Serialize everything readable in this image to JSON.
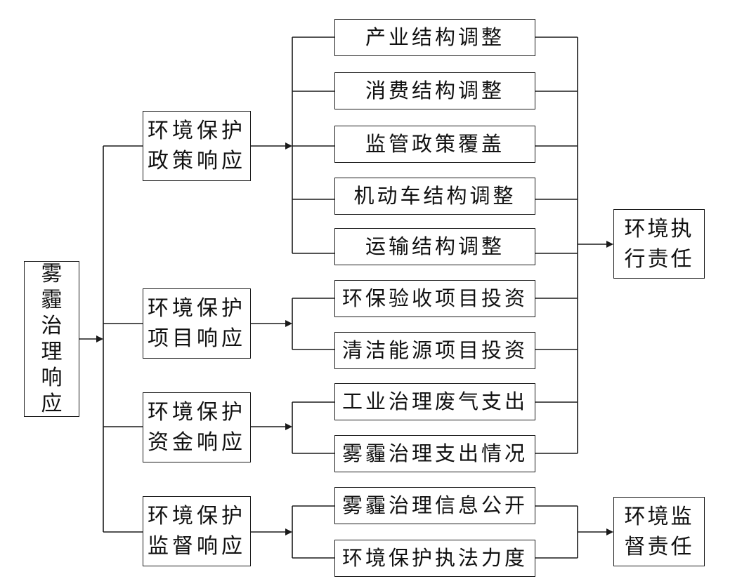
{
  "root": {
    "label": "雾霾治理响应"
  },
  "categories": [
    {
      "label": "环境保护政策响应"
    },
    {
      "label": "环境保护项目响应"
    },
    {
      "label": "环境保护资金响应"
    },
    {
      "label": "环境保护监督响应"
    }
  ],
  "items": [
    {
      "label": "产业结构调整"
    },
    {
      "label": "消费结构调整"
    },
    {
      "label": "监管政策覆盖"
    },
    {
      "label": "机动车结构调整"
    },
    {
      "label": "运输结构调整"
    },
    {
      "label": "环保验收项目投资"
    },
    {
      "label": "清洁能源项目投资"
    },
    {
      "label": "工业治理废气支出"
    },
    {
      "label": "雾霾治理支出情况"
    },
    {
      "label": "雾霾治理信息公开"
    },
    {
      "label": "环境保护执法力度"
    }
  ],
  "outcomes": [
    {
      "label": "环境执行责任"
    },
    {
      "label": "环境监督责任"
    }
  ]
}
